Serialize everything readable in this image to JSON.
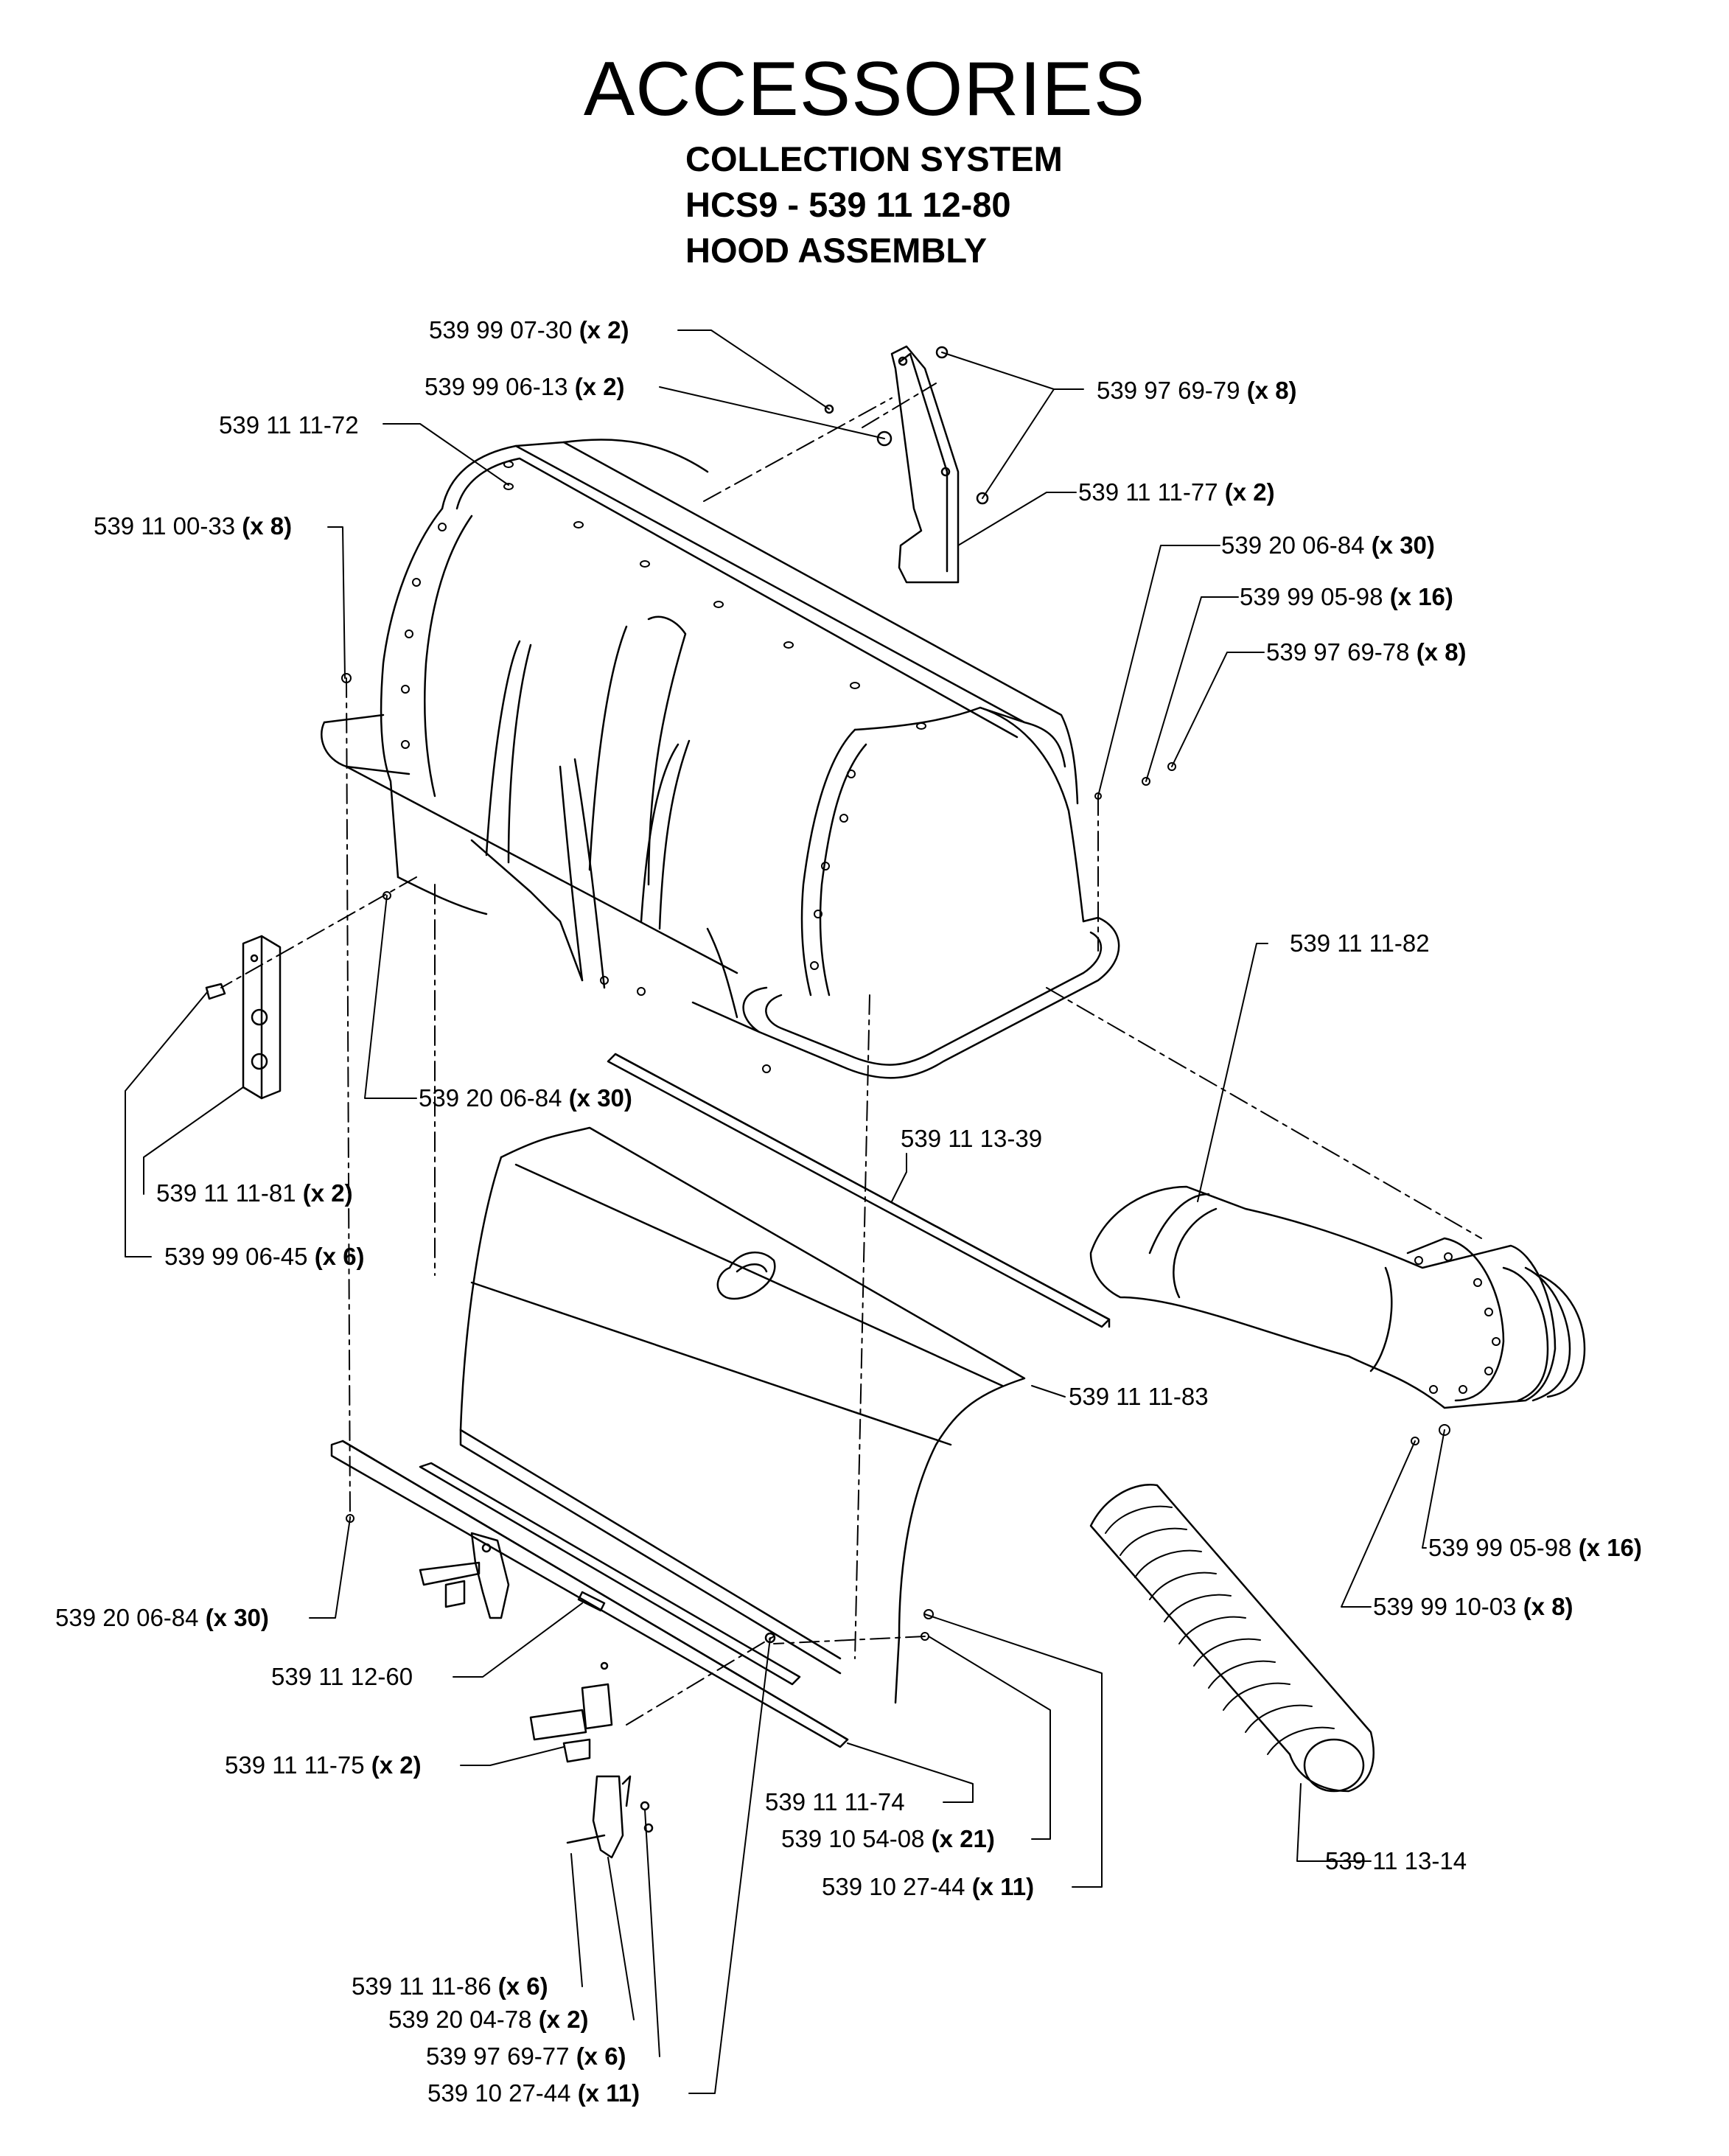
{
  "header": {
    "title": "ACCESSORIES",
    "subtitle_1": "COLLECTION SYSTEM",
    "subtitle_2": "HCS9 - 539 11 12-80",
    "subtitle_3": "HOOD ASSEMBLY"
  },
  "callouts": [
    {
      "part": "539 99 07-30",
      "qty": "(x 2)"
    },
    {
      "part": "539 99 06-13",
      "qty": "(x 2)"
    },
    {
      "part": "539 11 11-72",
      "qty": ""
    },
    {
      "part": "539 11 00-33",
      "qty": "(x 8)"
    },
    {
      "part": "539 97 69-79",
      "qty": "(x 8)"
    },
    {
      "part": "539 11 11-77",
      "qty": "(x 2)"
    },
    {
      "part": "539 20 06-84",
      "qty": "(x 30)"
    },
    {
      "part": "539 99 05-98",
      "qty": "(x 16)"
    },
    {
      "part": "539 97 69-78",
      "qty": "(x 8)"
    },
    {
      "part": "539 11 11-82",
      "qty": ""
    },
    {
      "part": "539 20 06-84",
      "qty": "(x 30)"
    },
    {
      "part": "539 11 13-39",
      "qty": ""
    },
    {
      "part": "539 11 11-81",
      "qty": "(x 2)"
    },
    {
      "part": "539 99 06-45",
      "qty": "(x 6)"
    },
    {
      "part": "539 11 11-83",
      "qty": ""
    },
    {
      "part": "539 99 05-98",
      "qty": "(x 16)"
    },
    {
      "part": "539 99 10-03",
      "qty": "(x 8)"
    },
    {
      "part": "539 20 06-84",
      "qty": "(x 30)"
    },
    {
      "part": "539 11 12-60",
      "qty": ""
    },
    {
      "part": "539 11 11-75",
      "qty": "(x 2)"
    },
    {
      "part": "539 11 11-74",
      "qty": ""
    },
    {
      "part": "539 10 54-08",
      "qty": "(x 21)"
    },
    {
      "part": "539 10 27-44",
      "qty": "(x 11)"
    },
    {
      "part": "539 11 13-14",
      "qty": ""
    },
    {
      "part": "539 11 11-86",
      "qty": "(x 6)"
    },
    {
      "part": "539 20 04-78",
      "qty": "(x 2)"
    },
    {
      "part": "539 97 69-77",
      "qty": "(x 6)"
    },
    {
      "part": "539 10 27-44",
      "qty": "(x 11)"
    }
  ]
}
